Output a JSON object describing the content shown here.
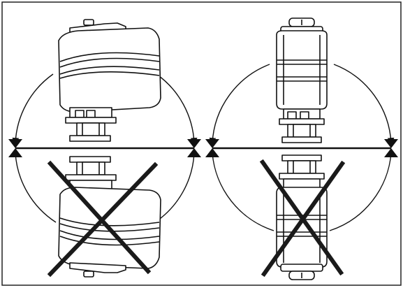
{
  "diagram": {
    "panels": [
      {
        "id": "side-view",
        "allowed": "upright",
        "forbidden": "inverted"
      },
      {
        "id": "front-view",
        "allowed": "upright",
        "forbidden": "inverted"
      }
    ],
    "colors": {
      "line": "#111111",
      "fill": "#ffffff",
      "cross": "#1a1a1a",
      "frame": "#222222"
    },
    "icons": [
      "valve-symbol-icon",
      "cross-out-icon",
      "rotation-arc-icon"
    ]
  }
}
